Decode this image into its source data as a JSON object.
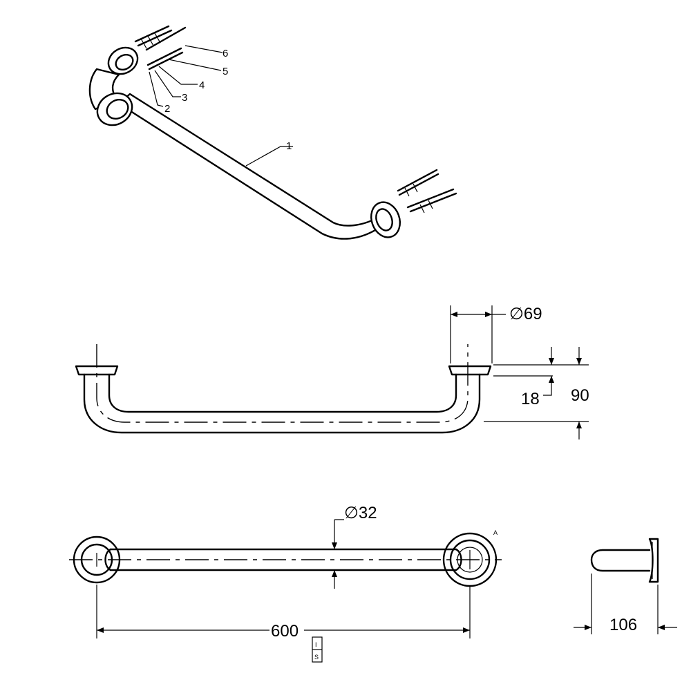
{
  "callouts": {
    "c1": "1",
    "c2": "2",
    "c3": "3",
    "c4": "4",
    "c5": "5",
    "c6": "6"
  },
  "dimensions": {
    "flange_diameter": "∅69",
    "flange_thickness": "18",
    "projection_height": "90",
    "tube_diameter": "∅32",
    "length": "600",
    "side_depth": "106"
  },
  "marks": {
    "view_a": "A",
    "stamp_top": "I",
    "stamp_bottom": "S"
  },
  "colors": {
    "line": "#000000",
    "background": "#ffffff"
  }
}
